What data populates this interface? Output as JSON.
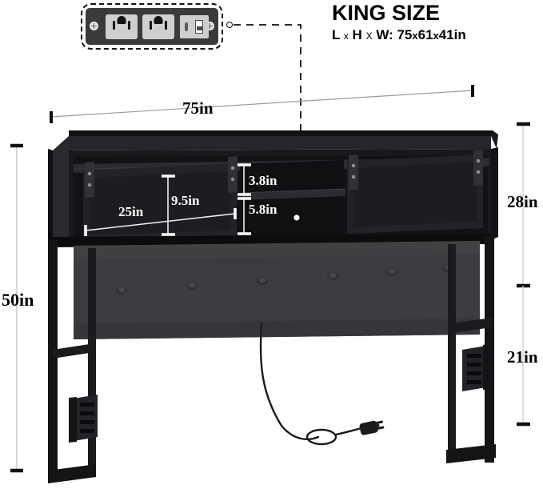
{
  "title": {
    "main": "KING SIZE",
    "spec_prefix": "L",
    "spec_x1": "x",
    "spec_h": "H",
    "spec_x2": "X",
    "spec_w": "W:",
    "spec_value": "75",
    "spec_x3": "x",
    "spec_value2": "61",
    "spec_x4": "x",
    "spec_value3": "41in",
    "spec_full": "L x H X W: 75x61x41in"
  },
  "callout": {
    "name": "power-outlet-module",
    "ac_outlets": 2,
    "usb_c_ports": 1,
    "usb_a_ports": 1,
    "screws": 2
  },
  "dimensions": {
    "overall_width": "75in",
    "overall_height": "50in",
    "headboard_panel_height": "28in",
    "leg_height": "21in",
    "compartment_width": "25in",
    "compartment_height": "9.5in",
    "upper_shelf_height": "3.8in",
    "lower_shelf_height": "5.8in"
  },
  "product": {
    "type": "storage-headboard",
    "doors": 2,
    "door_style": "sliding-barn-door",
    "center_compartment_shelves": 1,
    "upholstery": "tufted-fabric-panel",
    "tuft_buttons": 6,
    "legs": 2,
    "leg_brackets": 2,
    "bracket_slots": 4,
    "power_cord": "3-prong-plug"
  },
  "colors": {
    "background": "#ffffff",
    "ink": "#000000",
    "wood_dark": "#1b1b1d",
    "wood_mid": "#232326",
    "wood_light": "#2e2e31",
    "metal": "#141416",
    "fabric": "#3c3c40",
    "plate": "#3a3a3c",
    "dim_line": "#d8d8d8"
  }
}
